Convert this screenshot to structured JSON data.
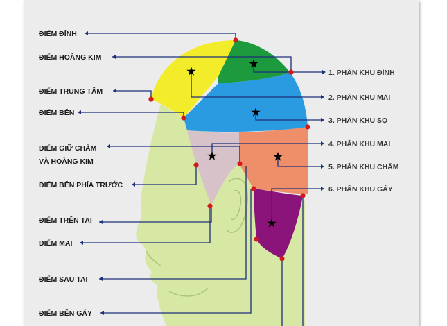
{
  "left_labels": [
    {
      "id": "diem-dinh",
      "text": "ĐIỂM ĐỈNH"
    },
    {
      "id": "diem-hoang-kim",
      "text": "ĐIỂM HOÀNG KIM"
    },
    {
      "id": "diem-trung-tam",
      "text": "ĐIỂM TRUNG TÂM"
    },
    {
      "id": "diem-ben",
      "text": "ĐIỂM BÊN"
    },
    {
      "id": "diem-giu-cham-1",
      "text": "ĐIỂM GIỮ CHẨM"
    },
    {
      "id": "diem-giu-cham-2",
      "text": "VÀ HOÀNG KIM"
    },
    {
      "id": "diem-ben-phia-truoc",
      "text": "ĐIỂM BÊN PHÍA TRƯỚC"
    },
    {
      "id": "diem-tren-tai",
      "text": "ĐIỂM TRÊN TAI"
    },
    {
      "id": "diem-mai",
      "text": "ĐIỂM MAI"
    },
    {
      "id": "diem-sau-tai",
      "text": "ĐIỂM SAU TAI"
    },
    {
      "id": "diem-ben-gay",
      "text": "ĐIỂM BÊN GÁY"
    }
  ],
  "right_labels": [
    {
      "id": "phan-khu-dinh",
      "text": "1. PHÂN KHU ĐỈNH"
    },
    {
      "id": "phan-khu-mai",
      "text": "2. PHÂN KHU MÁI"
    },
    {
      "id": "phan-khu-so",
      "text": "3. PHÂN KHU SỌ"
    },
    {
      "id": "phan-khu-mai-2",
      "text": "4. PHÂN KHU MAI"
    },
    {
      "id": "phan-khu-cham",
      "text": "5. PHÂN KHU CHẨM"
    },
    {
      "id": "phan-khu-gay",
      "text": "6. PHÂN KHU GÁY"
    }
  ],
  "colors": {
    "panel": "#ececec",
    "face": "#d6e8a3",
    "yellow": "#f2ec2a",
    "green": "#1e9a3e",
    "blue": "#2a9be0",
    "mauve": "#d6c2c8",
    "orange": "#ef8f6a",
    "purple": "#8b147a",
    "line": "#1d2f7a",
    "dot": "#d11a1a",
    "star": "#000000"
  }
}
